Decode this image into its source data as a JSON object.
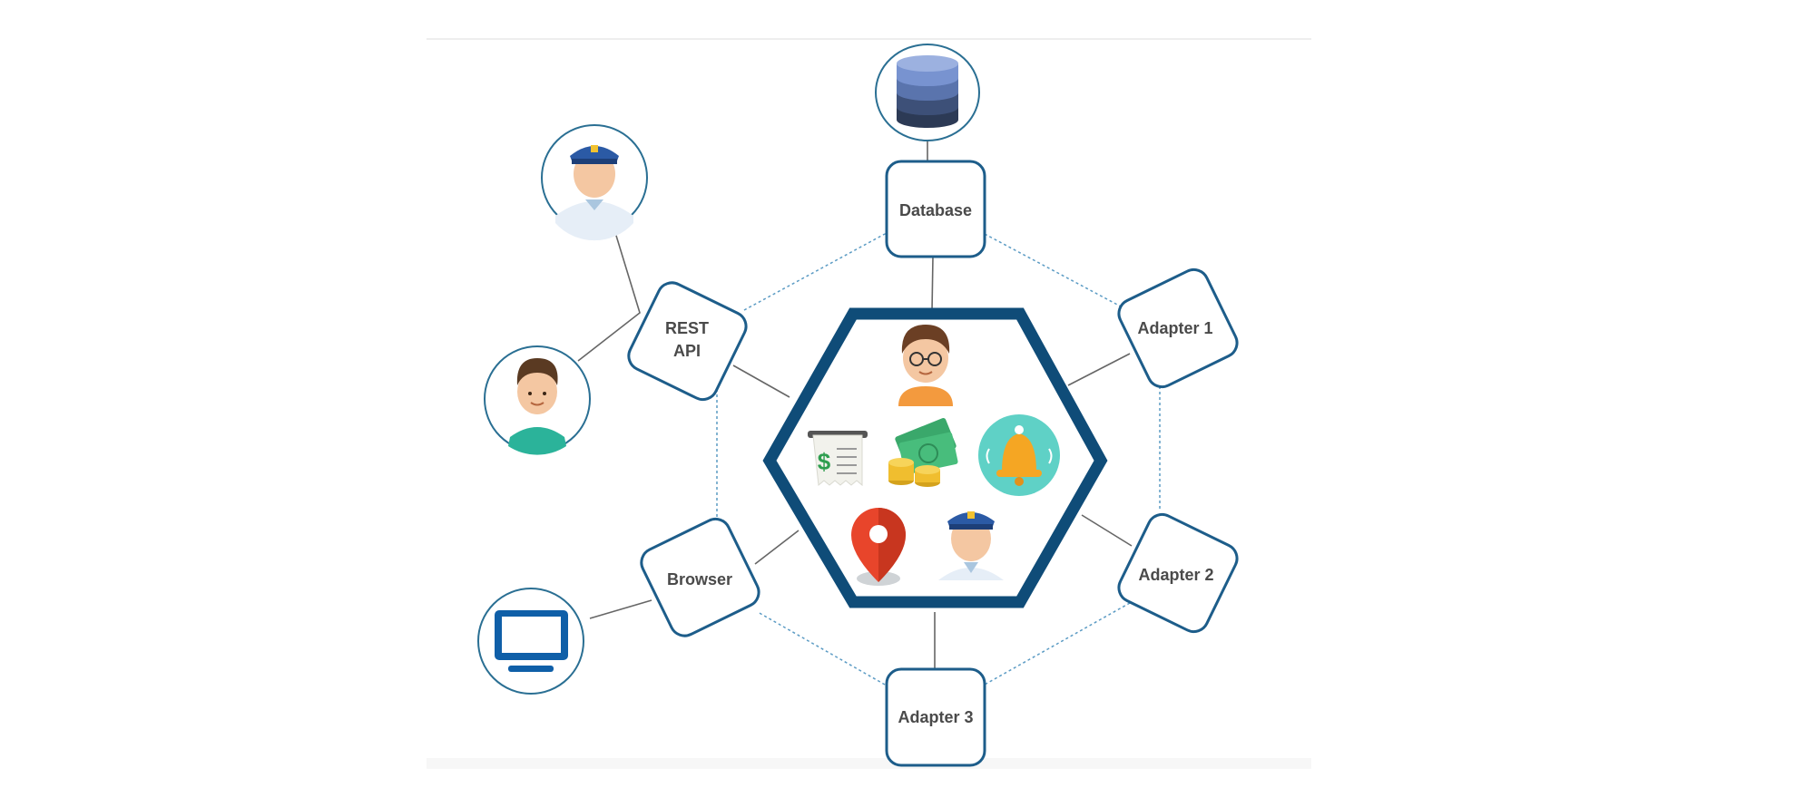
{
  "colors": {
    "hex_border": "#0f4c78",
    "node_border": "#1d5d8a",
    "connector": "#666666",
    "ring_dotted": "#5b9bc4",
    "label": "#4a4a4a"
  },
  "nodes": {
    "database": "Database",
    "adapter1": "Adapter 1",
    "adapter2": "Adapter 2",
    "adapter3": "Adapter 3",
    "rest_api_line1": "REST",
    "rest_api_line2": "API",
    "browser": "Browser"
  },
  "external_icons": [
    "database-stack-icon",
    "police-officer-avatar-icon",
    "boy-avatar-icon",
    "monitor-icon"
  ],
  "core_icons": [
    "developer-avatar-icon",
    "receipt-dollar-icon",
    "cash-coins-icon",
    "bell-notification-icon",
    "location-pin-icon",
    "officer-avatar-icon"
  ]
}
